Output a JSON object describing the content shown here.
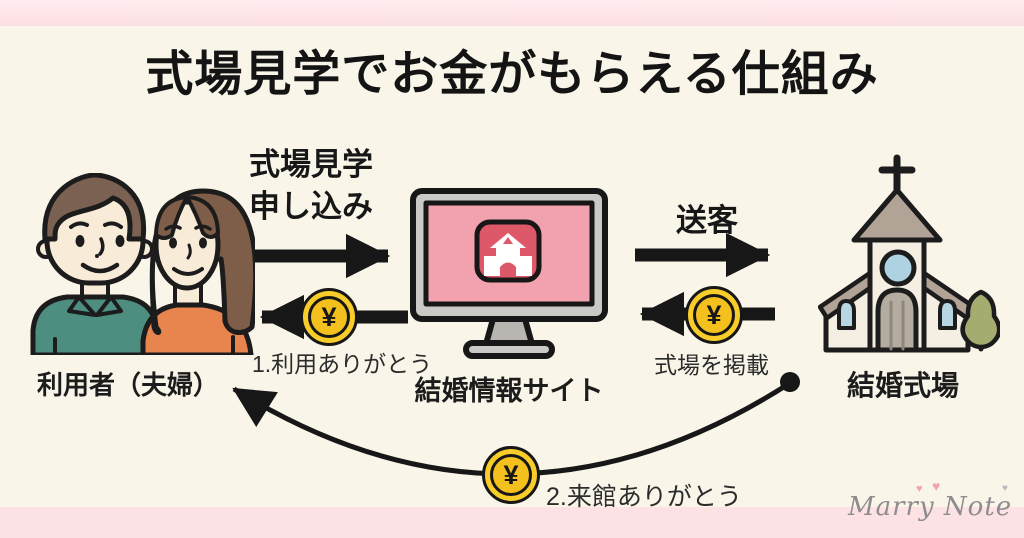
{
  "title": "式場見学でお金がもらえる仕組み",
  "nodes": {
    "couple": {
      "label": "利用者（夫婦）"
    },
    "site": {
      "label": "結婚情報サイト"
    },
    "venue": {
      "label": "結婚式場"
    }
  },
  "flows": {
    "application": {
      "label": "式場見学\n申し込み",
      "direction": "couple→site"
    },
    "sending": {
      "label": "送客",
      "direction": "site→venue"
    },
    "reward_use": {
      "label": "1.利用ありがとう",
      "direction": "site→couple"
    },
    "listing": {
      "label": "式場を掲載",
      "direction": "venue→site"
    },
    "reward_visit": {
      "label": "2.来館ありがとう",
      "direction": "venue→couple"
    }
  },
  "coin": {
    "symbol": "¥"
  },
  "watermark": {
    "text": "Marry Note",
    "heart": "♥"
  },
  "colors": {
    "background": "#faf5e9",
    "band_pink": "#fce2e5",
    "ink": "#171717",
    "coin_yellow": "#f8cd2a",
    "screen_pink": "#f1a2ae",
    "app_icon_pink": "#dd5868",
    "shirt_teal": "#4e8e80",
    "shirt_orange": "#e8854f",
    "hair_brown": "#7a6152",
    "church_roof": "#b2a397",
    "church_wall": "#f4efe2",
    "window_blue": "#aed2e2",
    "tree_green": "#a6ab6f"
  }
}
